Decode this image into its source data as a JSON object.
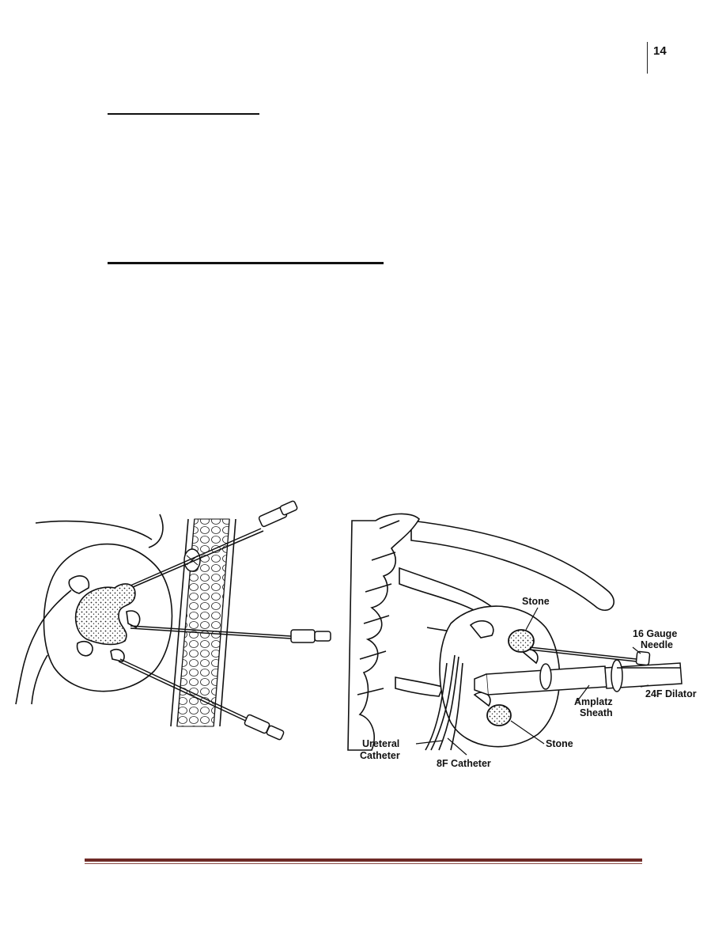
{
  "page": {
    "number": "14"
  },
  "figure": {
    "labels": {
      "stone_top": "Stone",
      "needle_line1": "16 Gauge",
      "needle_line2": "Needle",
      "dilator": "24F Dilator",
      "sheath_line1": "Amplatz",
      "sheath_line2": "Sheath",
      "stone_bottom": "Stone",
      "ureteral_line1": "Ureteral",
      "ureteral_line2": "Catheter",
      "catheter_8f": "8F Catheter"
    }
  },
  "colors": {
    "footer_rule": "#6e2a26",
    "ink": "#111111"
  }
}
